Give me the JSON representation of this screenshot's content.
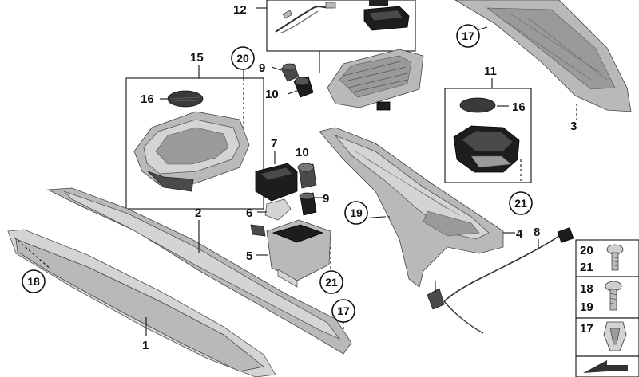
{
  "callouts": {
    "n1": "1",
    "n2": "2",
    "n3": "3",
    "n4": "4",
    "n5": "5",
    "n6": "6",
    "n7": "7",
    "n8": "8",
    "n9a": "9",
    "n9b": "9",
    "n10a": "10",
    "n10b": "10",
    "n11": "11",
    "n12": "12",
    "n15": "15",
    "n16a": "16",
    "n16b": "16",
    "n17a": "17",
    "n17b": "17",
    "n18": "18",
    "n19": "19",
    "n20": "20",
    "n21a": "21",
    "n21b": "21"
  },
  "legend": {
    "row1_top": "20",
    "row1_bottom": "21",
    "row2_top": "18",
    "row2_bottom": "19",
    "row3": "17"
  },
  "colors": {
    "line": "#111111",
    "part_grey": "#c8c8c8",
    "part_dark": "#2a2a2a"
  }
}
